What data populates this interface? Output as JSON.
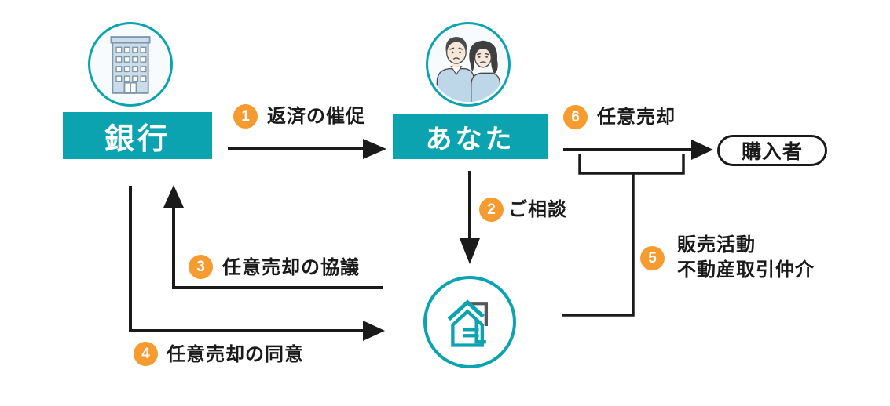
{
  "palette": {
    "teal": "#0BA3AF",
    "orange": "#F59B30",
    "line_black": "#1A1A1A",
    "logo_gray": "#595757"
  },
  "entities": {
    "bank": {
      "label": "銀行",
      "icon": "bank-building-icon"
    },
    "you": {
      "label": "あなた",
      "icon": "worried-couple-icon"
    },
    "company": {
      "icon": "house-logo-icon"
    },
    "buyer": {
      "label": "購入者"
    }
  },
  "steps": [
    {
      "number": "1",
      "label": "返済の催促"
    },
    {
      "number": "2",
      "label": "ご相談"
    },
    {
      "number": "3",
      "label": "任意売却の協議"
    },
    {
      "number": "4",
      "label": "任意売却の同意"
    },
    {
      "number": "5",
      "label": "販売活動",
      "label2": "不動産取引仲介"
    },
    {
      "number": "6",
      "label": "任意売却"
    }
  ]
}
